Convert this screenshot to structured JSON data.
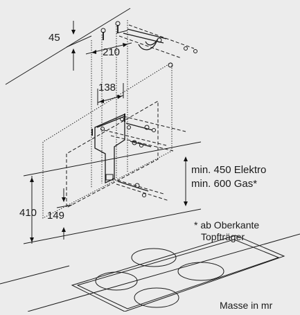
{
  "diagram": {
    "dimensions": {
      "ceiling_offset": "45",
      "hole_spacing": "210",
      "bracket_width": "138",
      "total_height": "410",
      "lower_offset": "149"
    },
    "notes": {
      "min_electric": "min. 450 Elektro",
      "min_gas": "min. 600 Gas*",
      "footnote_line1": "* ab Oberkante",
      "footnote_line2": "Topfträger",
      "units": "Masse in mr"
    }
  }
}
